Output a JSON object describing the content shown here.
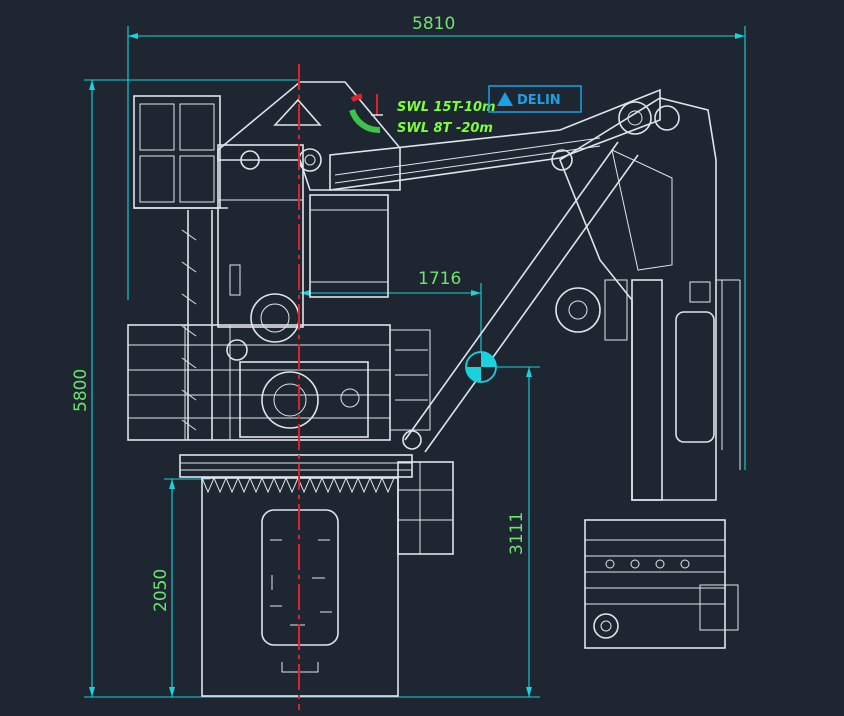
{
  "dimensions": {
    "overall_width": "5810",
    "overall_height": "5800",
    "reach_offset": "1716",
    "pivot_height": "3111",
    "pedestal_height": "2050"
  },
  "load_rating": {
    "line1": "SWL 15T-10m",
    "line2": "SWL 8T -20m"
  },
  "brand": {
    "name": "DELIN"
  },
  "colors": {
    "background": "#1e2731",
    "linework": "#dfe4ea",
    "dimension_lines": "#19d2dc",
    "dimension_text": "#6fe36f",
    "centerline": "#e0202a",
    "load_text": "#7dff3a",
    "logo": "#1aa0e6"
  }
}
